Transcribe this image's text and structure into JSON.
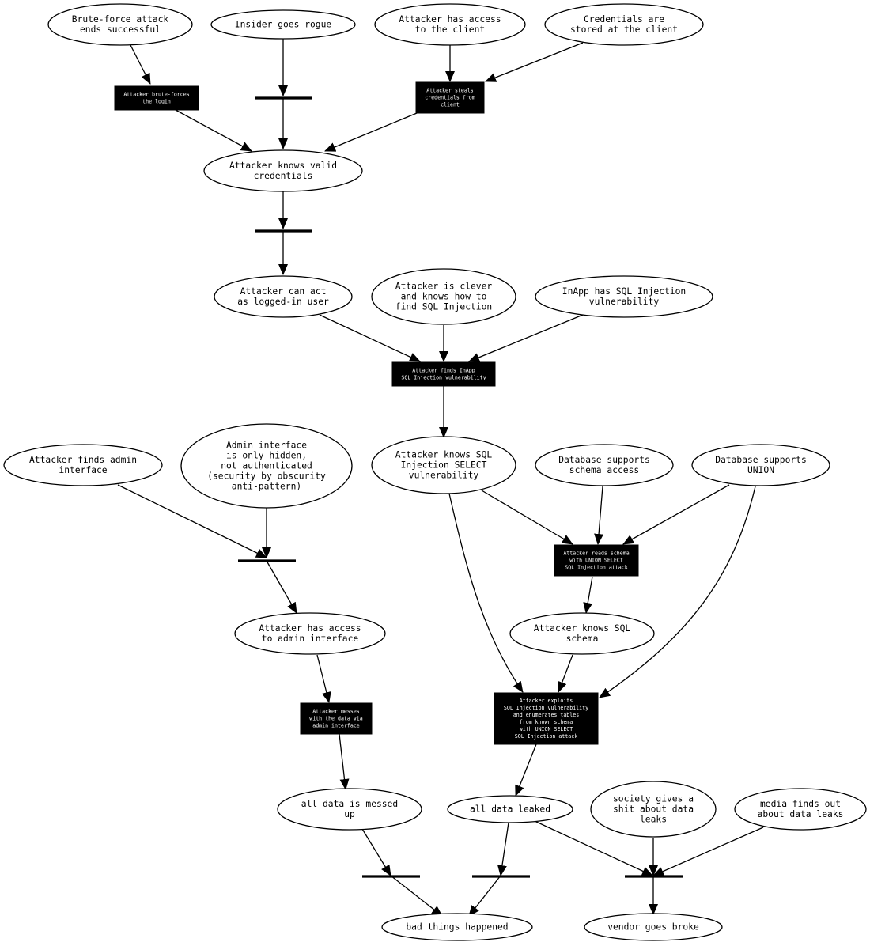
{
  "colors": {
    "stroke": "#000000",
    "background": "#ffffff",
    "box_fill": "#000000",
    "box_text": "#ffffff"
  },
  "nodes": {
    "brute_force_success": {
      "kind": "state",
      "lines": [
        "Brute-force attack",
        "ends successful"
      ]
    },
    "insider_rogue": {
      "kind": "state",
      "lines": [
        "Insider goes rogue"
      ]
    },
    "access_to_client": {
      "kind": "state",
      "lines": [
        "Attacker has access",
        "to the client"
      ]
    },
    "credentials_stored": {
      "kind": "state",
      "lines": [
        "Credentials are",
        "stored at the client"
      ]
    },
    "brute_forces_login": {
      "kind": "action",
      "lines": [
        "Attacker brute-forces",
        "the login"
      ]
    },
    "steals_credentials": {
      "kind": "action",
      "lines": [
        "Attacker steals",
        "credentials from",
        "client"
      ]
    },
    "knows_credentials": {
      "kind": "state",
      "lines": [
        "Attacker knows valid",
        "credentials"
      ]
    },
    "act_logged_in": {
      "kind": "state",
      "lines": [
        "Attacker can act",
        "as logged-in user"
      ]
    },
    "clever_sqli": {
      "kind": "state",
      "lines": [
        "Attacker is clever",
        "and knows how to",
        "find SQL Injection"
      ]
    },
    "inapp_sqli_vuln": {
      "kind": "state",
      "lines": [
        "InApp has SQL Injection",
        "vulnerability"
      ]
    },
    "finds_inapp_sqli": {
      "kind": "action",
      "lines": [
        "Attacker finds InApp",
        "SQL Injection vulnerability"
      ]
    },
    "finds_admin": {
      "kind": "state",
      "lines": [
        "Attacker finds admin",
        "interface"
      ]
    },
    "admin_hidden": {
      "kind": "state",
      "lines": [
        "Admin interface",
        "is only hidden,",
        "not authenticated",
        "(security by obscurity",
        "anti-pattern)"
      ]
    },
    "knows_sqli_select": {
      "kind": "state",
      "lines": [
        "Attacker knows SQL",
        "Injection SELECT",
        "vulnerability"
      ]
    },
    "db_schema_access": {
      "kind": "state",
      "lines": [
        "Database supports",
        "schema access"
      ]
    },
    "db_union": {
      "kind": "state",
      "lines": [
        "Database supports",
        "UNION"
      ]
    },
    "reads_schema": {
      "kind": "action",
      "lines": [
        "Attacker reads schema",
        "with UNION SELECT",
        "SQL Injection attack"
      ]
    },
    "access_admin": {
      "kind": "state",
      "lines": [
        "Attacker has access",
        "to admin interface"
      ]
    },
    "knows_schema": {
      "kind": "state",
      "lines": [
        "Attacker knows SQL",
        "schema"
      ]
    },
    "messes_admin": {
      "kind": "action",
      "lines": [
        "Attacker messes",
        "with the data via",
        "admin interface"
      ]
    },
    "exploits_sqli": {
      "kind": "action",
      "lines": [
        "Attacker exploits",
        "SQL Injection vulnerability",
        "and enumerates tables",
        "from known schema",
        "with UNION SELECT",
        "SQL Injection attack"
      ]
    },
    "data_messed": {
      "kind": "state",
      "lines": [
        "all data is messed",
        "up"
      ]
    },
    "data_leaked": {
      "kind": "state",
      "lines": [
        "all data leaked"
      ]
    },
    "society_cares": {
      "kind": "state",
      "lines": [
        "society gives a",
        "shit about data",
        "leaks"
      ]
    },
    "media_finds": {
      "kind": "state",
      "lines": [
        "media finds out",
        "about data leaks"
      ]
    },
    "bad_things": {
      "kind": "state",
      "lines": [
        "bad things happened"
      ]
    },
    "vendor_broke": {
      "kind": "state",
      "lines": [
        "vendor goes broke"
      ]
    }
  }
}
